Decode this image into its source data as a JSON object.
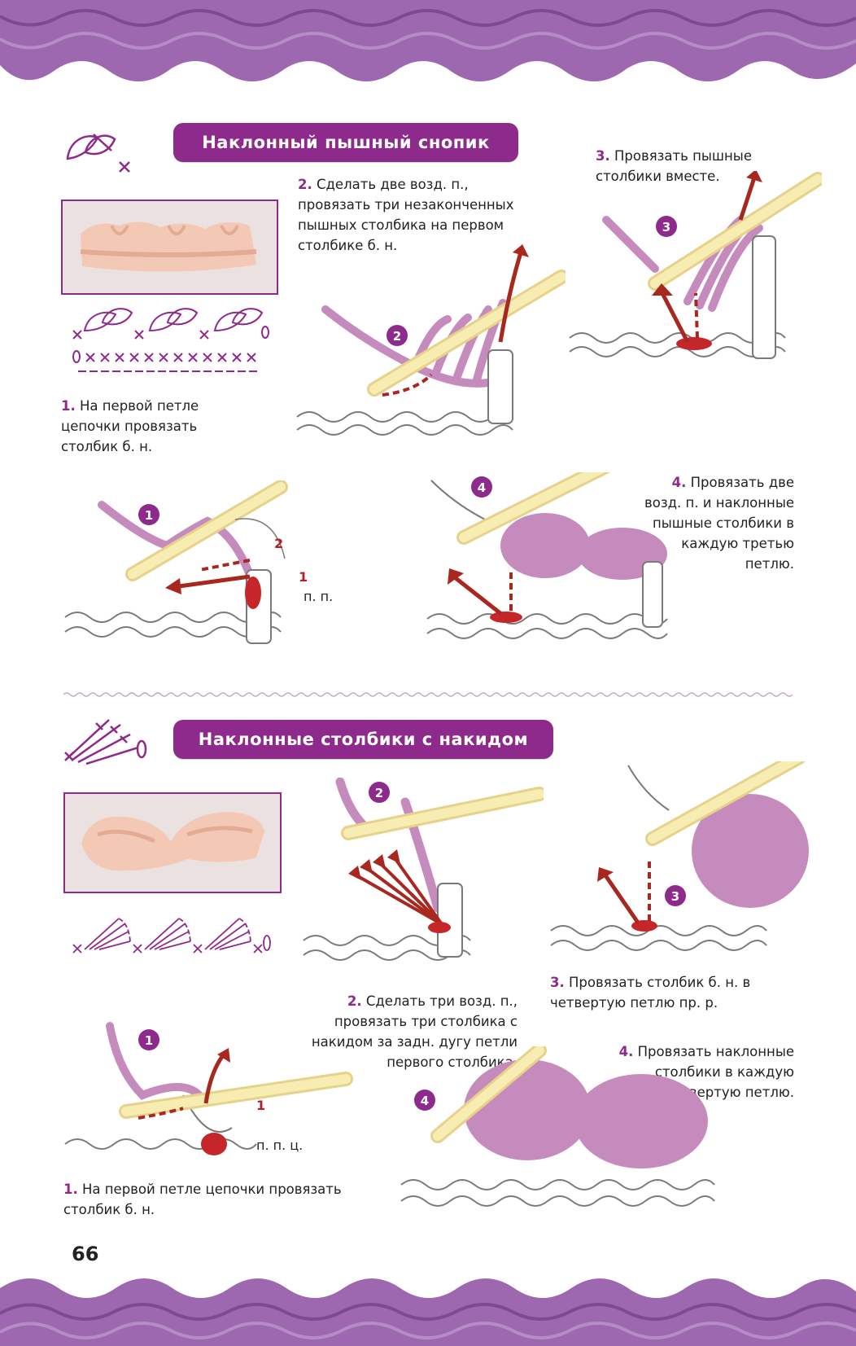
{
  "colors": {
    "accent": "#8e2a8b",
    "yarn": "#c58bbd",
    "hook": "#f4e9a6",
    "arrow": "#a8271f"
  },
  "section1": {
    "title": "Наклонный пышный снопик",
    "step1": {
      "num": "1.",
      "text": "На первой петле цепочки провязать столбик б. н."
    },
    "step2": {
      "num": "2.",
      "text": "Сделать две возд. п., провязать три незаконченных пышных столбика на первом столбике б. н."
    },
    "step3": {
      "num": "3.",
      "text": "Провязать пышные столбики вместе."
    },
    "step4": {
      "num": "4.",
      "text": "Провязать две возд. п. и наклонные пышные столбики в каждую третью петлю."
    },
    "badges": [
      "1",
      "2",
      "3",
      "4"
    ],
    "labels": {
      "red1": "1",
      "red2": "2",
      "pp": "п. п."
    }
  },
  "section2": {
    "title": "Наклонные столбики с накидом",
    "step1": {
      "num": "1.",
      "text": "На первой петле цепочки провязать столбик б. н."
    },
    "step2": {
      "num": "2.",
      "text": "Сделать три возд. п., провязать три столбика с накидом за задн. дугу петли первого столбика."
    },
    "step3": {
      "num": "3.",
      "text": "Провязать столбик б. н. в четвертую петлю пр. р."
    },
    "step4": {
      "num": "4.",
      "text": "Провязать наклонные столбики в каждую четвертую петлю."
    },
    "badges": [
      "1",
      "2",
      "3",
      "4"
    ],
    "labels": {
      "red1": "1",
      "ppc": "п. п. ц."
    }
  },
  "page_number": "66"
}
